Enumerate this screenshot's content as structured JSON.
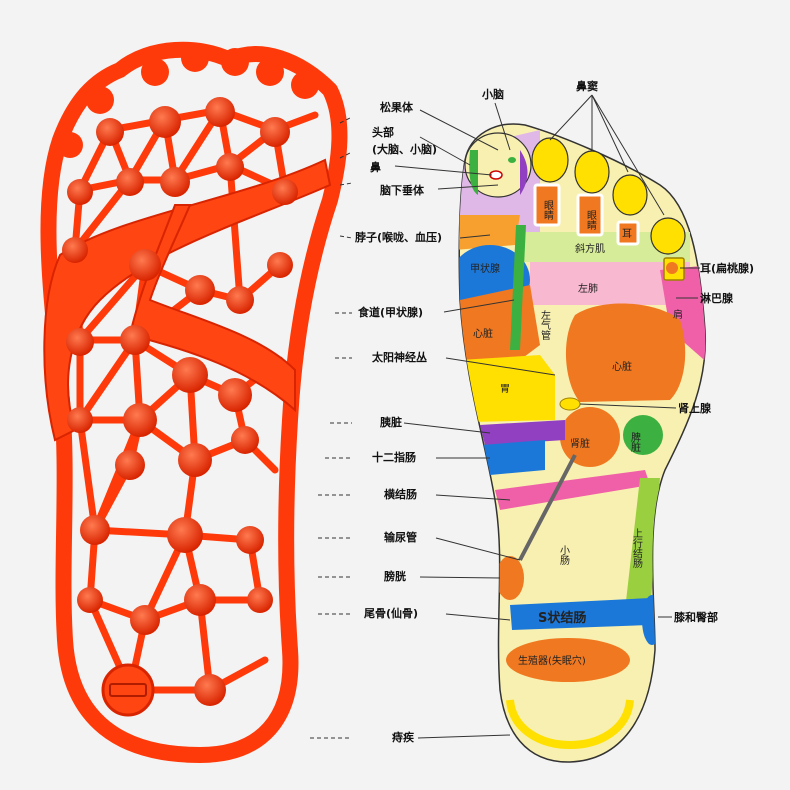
{
  "callouts_left": {
    "pineal": "松果体",
    "head": "头部",
    "head_sub": "(大脑、小脑)",
    "nose": "鼻",
    "pituitary": "脑下垂体",
    "neck": "脖子(喉咙、血压)",
    "esophagus": "食道(甲状腺)",
    "solar_plexus": "太阳神经丛",
    "pancreas": "胰脏",
    "duodenum": "十二指肠",
    "transverse_colon": "横结肠",
    "ureter": "输尿管",
    "bladder": "膀胱",
    "coccyx": "尾骨(仙骨)",
    "hemorrhoids": "痔疾"
  },
  "callouts_right": {
    "cerebellum": "小脑",
    "sinus": "鼻窦",
    "ear_tonsil": "耳(扁桃腺)",
    "lymph": "淋巴腺",
    "adrenal": "肾上腺",
    "knee_hip": "膝和臀部"
  },
  "zones": {
    "eye1": "眼睛",
    "eye2": "眼睛",
    "ear": "耳",
    "trapezius": "斜方肌",
    "thyroid": "甲状腺",
    "left_lung": "左肺",
    "shoulder": "肩",
    "heart_small": "心脏",
    "left_trachea": "左气管",
    "heart": "心脏",
    "stomach": "胃",
    "kidney": "肾脏",
    "spleen": "脾脏",
    "small_intestine": "小肠",
    "ascending_colon": "上行结肠",
    "sigmoid_colon": "S状结肠",
    "genitals": "生殖器(失眠穴)"
  },
  "colors": {
    "sandal": "#ff3a0a",
    "sandal_dark": "#e02a00",
    "yellow": "#ffe000",
    "orange": "#f07820",
    "pink": "#f080b8",
    "green": "#3cb040",
    "blue": "#1c78d8",
    "purple": "#9040c0",
    "lavender": "#e0b8e8",
    "cream": "#f8f0b0"
  }
}
